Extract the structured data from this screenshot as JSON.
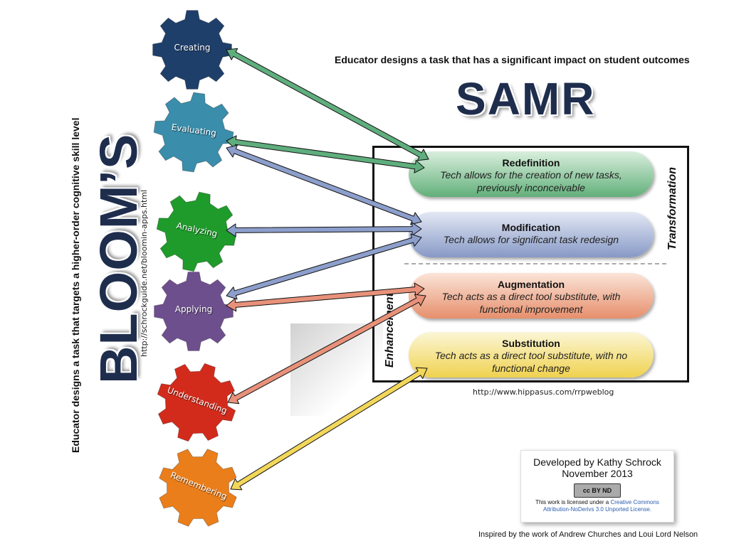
{
  "samr": {
    "title": "SAMR",
    "caption": "Educator designs a task that has a significant impact on student outcomes",
    "url": "http://www.hippasus.com/rrpweblog",
    "transformation_label": "Transformation",
    "enhancement_label": "Enhancement",
    "levels": [
      {
        "title": "Redefinition",
        "desc1": "Tech allows for the creation of new tasks,",
        "desc2": "previously inconceivable",
        "color": "#62b07a"
      },
      {
        "title": "Modification",
        "desc1": "Tech allows for significant task redesign",
        "desc2": "",
        "color": "#8799c6"
      },
      {
        "title": "Augmentation",
        "desc1": "Tech acts as a direct tool substitute, with",
        "desc2": "functional improvement",
        "color": "#e68f6c"
      },
      {
        "title": "Substitution",
        "desc1": "Tech acts as a direct tool substitute, with no",
        "desc2": "functional change",
        "color": "#f0d24f"
      }
    ]
  },
  "bloom": {
    "title": "BLOOM’S",
    "caption": "Educator designs a task that targets a higher-order cognitive skill level",
    "url": "http://schrockguide.net/bloomin-apps.html",
    "levels": [
      {
        "label": "Creating",
        "color": "#1f3f6b"
      },
      {
        "label": "Evaluating",
        "color": "#3a8dab"
      },
      {
        "label": "Analyzing",
        "color": "#1f9b2b"
      },
      {
        "label": "Applying",
        "color": "#6e4f8e"
      },
      {
        "label": "Understanding",
        "color": "#d22b1c"
      },
      {
        "label": "Remembering",
        "color": "#ea7e1b"
      }
    ]
  },
  "credit": {
    "line1": "Developed by Kathy Schrock",
    "line2": "November 2013",
    "badge": "cc BY ND",
    "license_prefix": "This work is licensed under a ",
    "license_link": "Creative Commons Attribution-NoDerivs 3.0 Unported License.",
    "inspired": "Inspired by the work of Andrew Churches and Loui Lord Nelson"
  },
  "arrow_colors": {
    "green": "#5fae7d",
    "blue": "#8c9ecb",
    "salmon": "#e8917a",
    "yellow": "#f3d75a"
  }
}
